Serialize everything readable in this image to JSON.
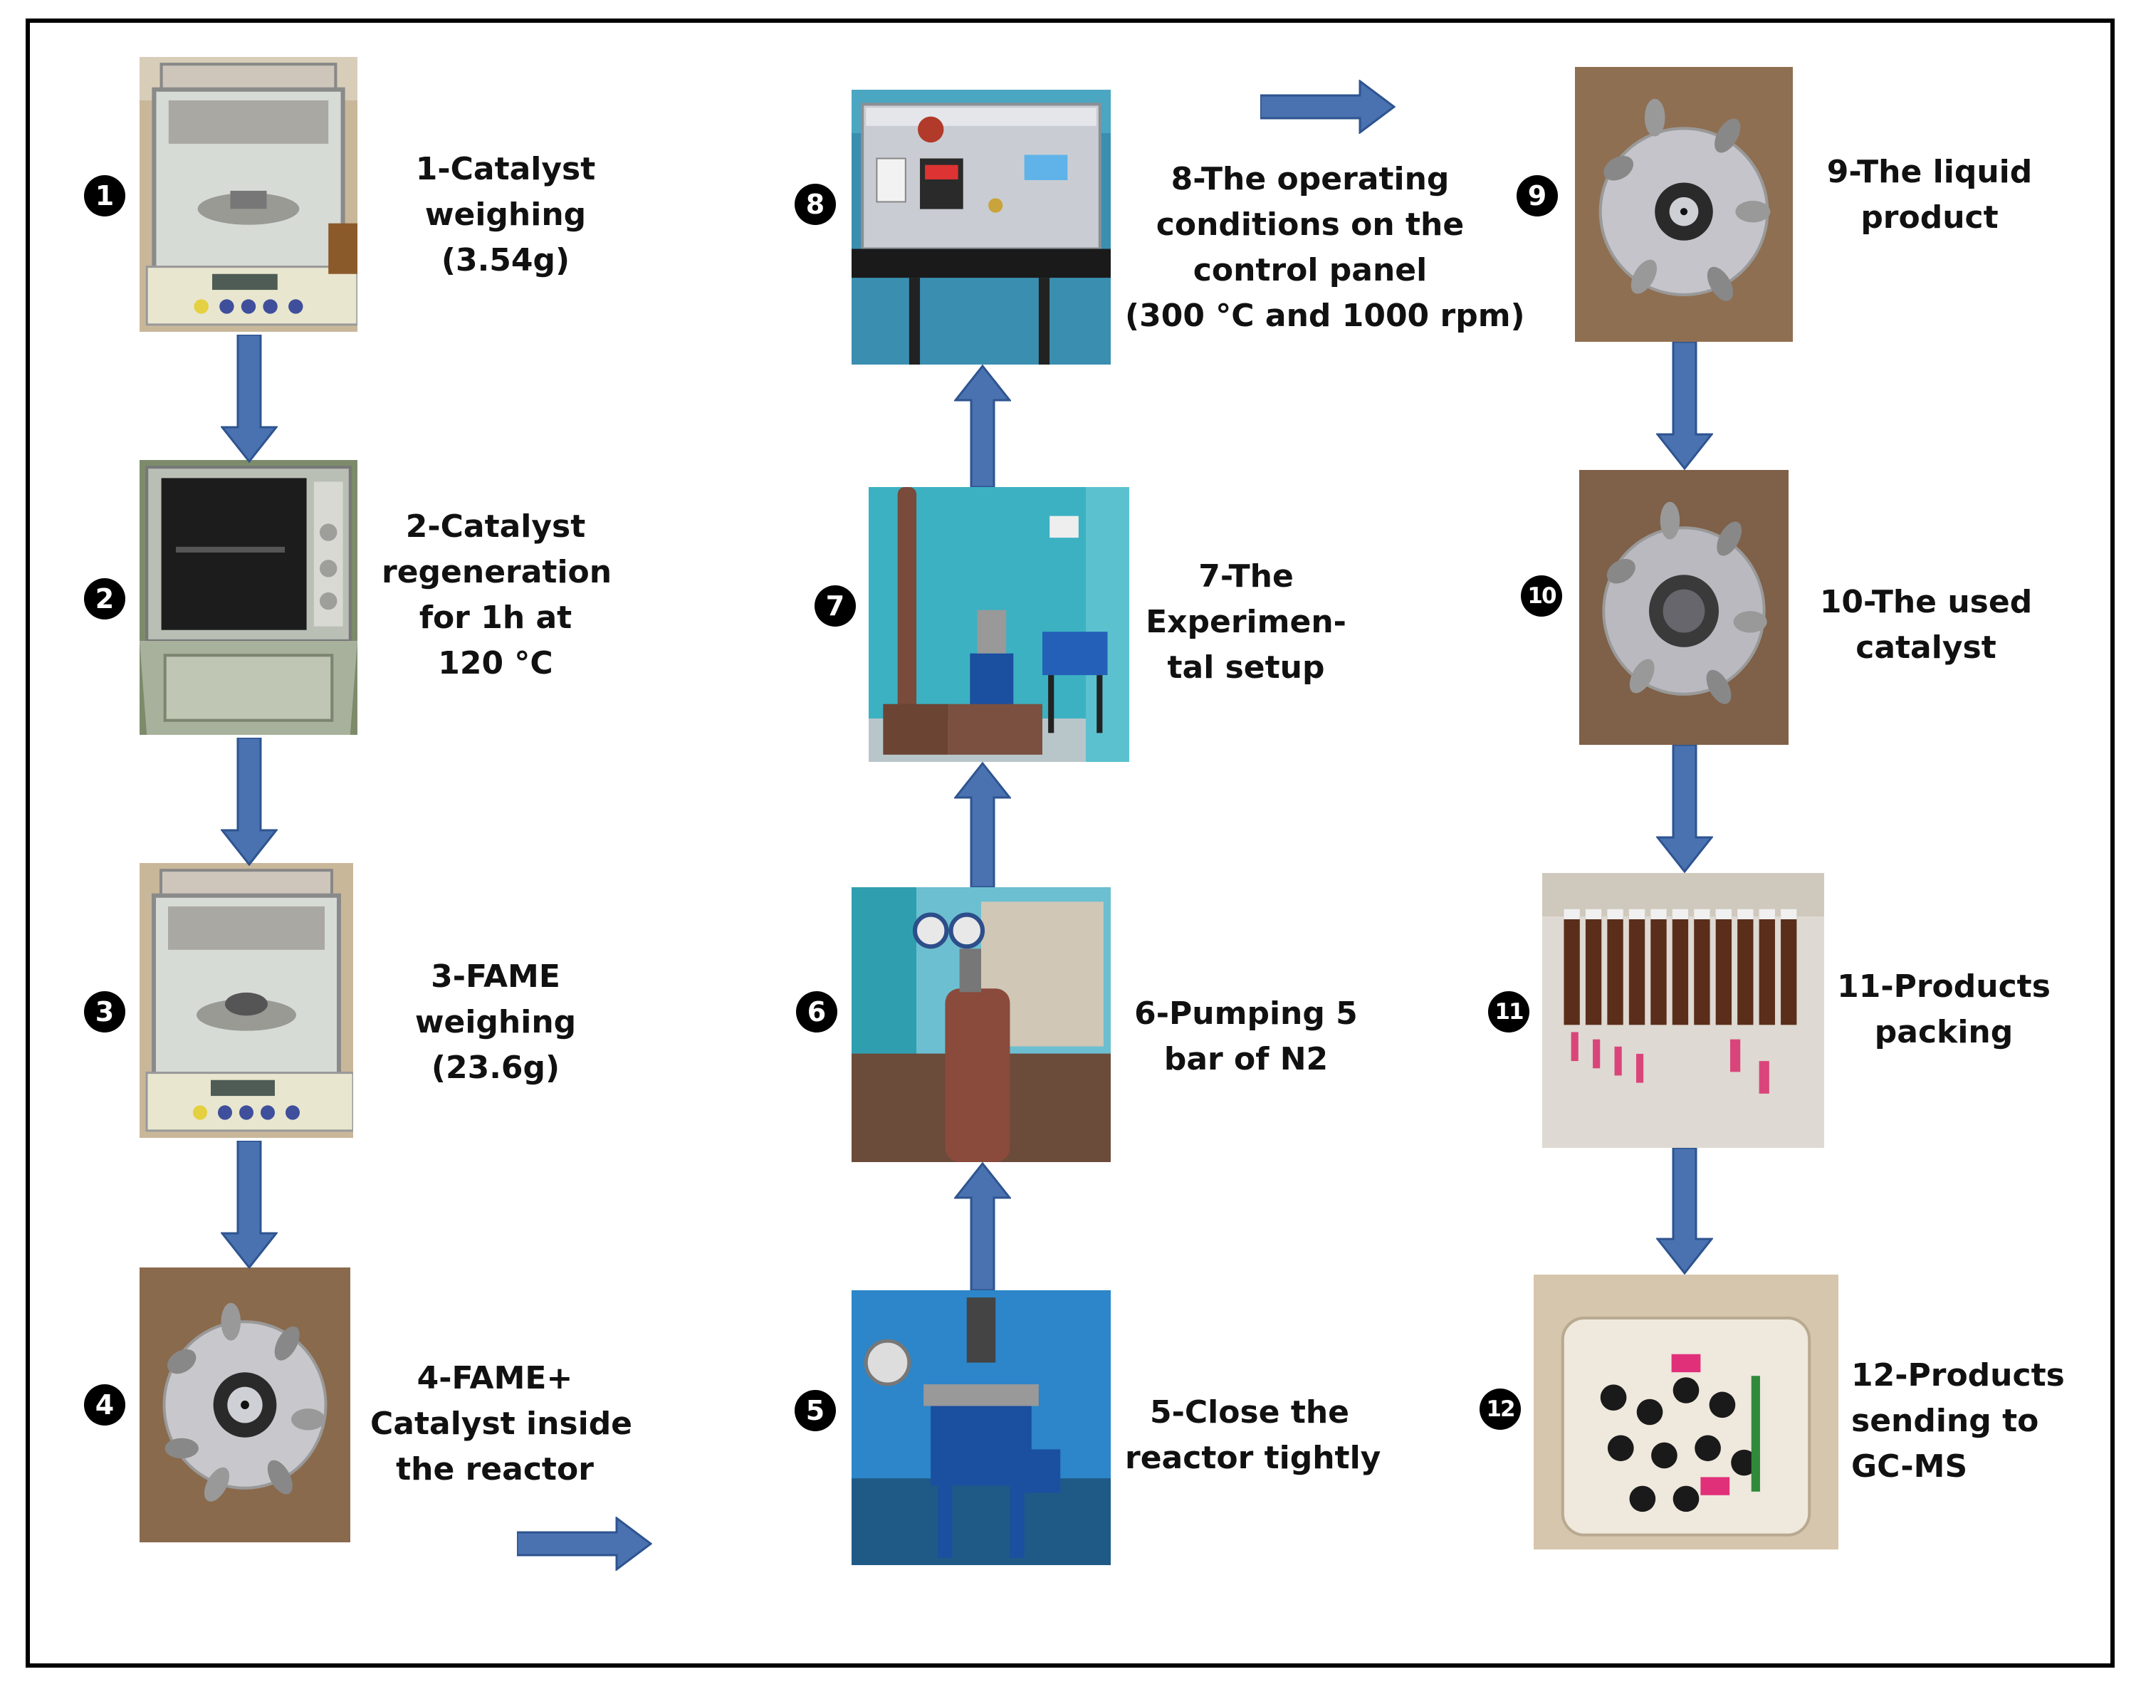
{
  "steps": [
    {
      "num": "1",
      "lines": [
        "1-Catalyst",
        "weighing",
        "(3.54g)"
      ],
      "photo": "analytical-balance"
    },
    {
      "num": "2",
      "lines": [
        "2-Catalyst",
        "regeneration",
        "for 1h at",
        "120 °C"
      ],
      "photo": "drying-oven"
    },
    {
      "num": "3",
      "lines": [
        "3-FAME",
        "weighing",
        "(23.6g)"
      ],
      "photo": "analytical-balance"
    },
    {
      "num": "4",
      "lines": [
        "4-FAME+",
        "Catalyst inside",
        "the reactor"
      ],
      "photo": "reactor-lid"
    },
    {
      "num": "5",
      "lines": [
        "5-Close the",
        "reactor tightly"
      ],
      "photo": "closed-reactor"
    },
    {
      "num": "6",
      "lines": [
        "6-Pumping 5",
        "bar of N2"
      ],
      "photo": "nitrogen-cylinder"
    },
    {
      "num": "7",
      "lines": [
        "7-The",
        "Experimen-",
        "tal setup"
      ],
      "photo": "lab-setup"
    },
    {
      "num": "8",
      "lines": [
        "8-The operating",
        "conditions on the",
        "control panel",
        "(300 °C and 1000 rpm)"
      ],
      "photo": "control-panel"
    },
    {
      "num": "9",
      "lines": [
        "9-The liquid",
        "product"
      ],
      "photo": "reactor-lid"
    },
    {
      "num": "10",
      "lines": [
        "10-The used",
        "catalyst"
      ],
      "photo": "reactor-lid-used"
    },
    {
      "num": "11",
      "lines": [
        "11-Products",
        "packing"
      ],
      "photo": "product-vials"
    },
    {
      "num": "12",
      "lines": [
        "12-Products",
        "sending to",
        "GC-MS"
      ],
      "photo": "vial-tray"
    }
  ],
  "colors": {
    "arrow": "#4a72b0",
    "arrow_edge": "#2e5490",
    "frame": "#000000",
    "badge": "#000000"
  },
  "arrows": [
    "down",
    "down",
    "down",
    "right",
    "up",
    "up",
    "up",
    "right",
    "down",
    "down",
    "down"
  ]
}
